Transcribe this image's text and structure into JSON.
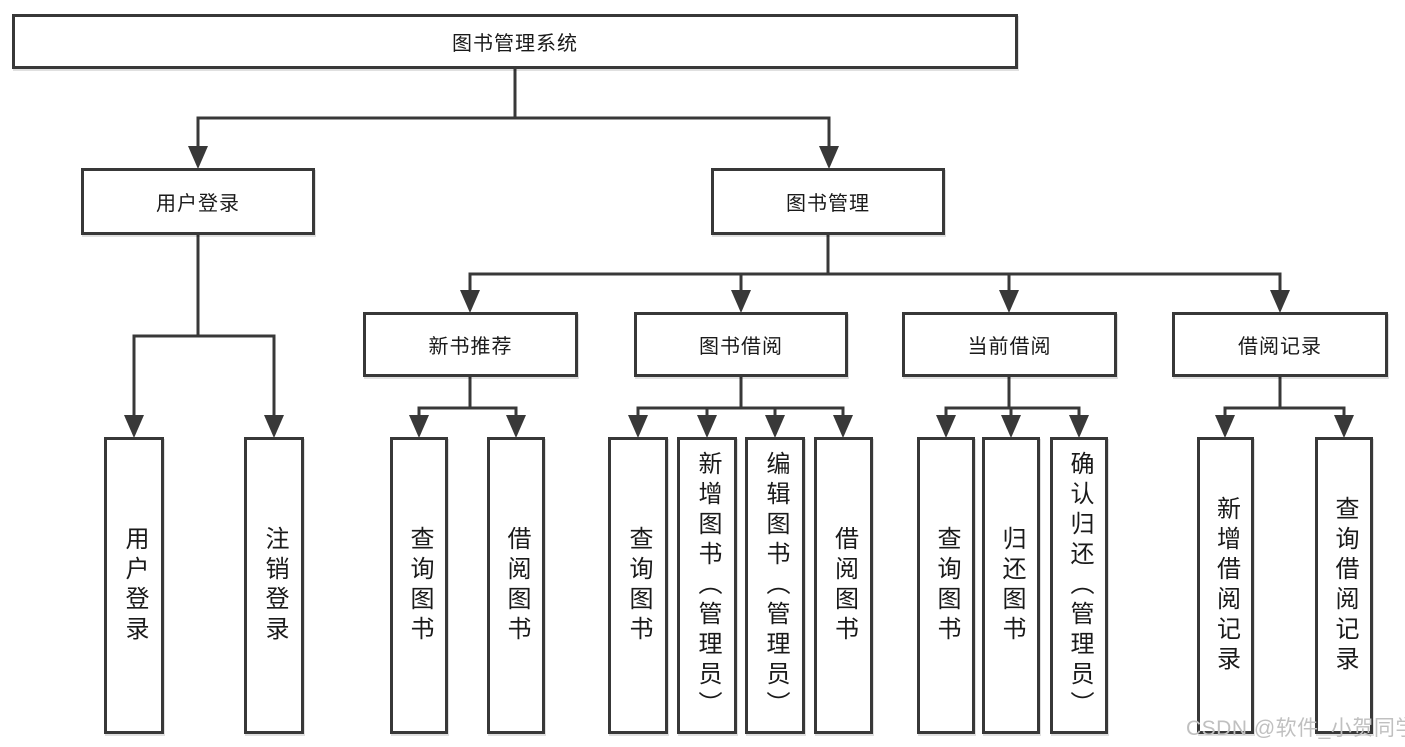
{
  "diagram": {
    "root": {
      "label": "图书管理系统"
    },
    "branches": [
      {
        "label": "用户登录",
        "leaves": [
          {
            "label": "用户登录"
          },
          {
            "label": "注销登录"
          }
        ]
      },
      {
        "label": "图书管理",
        "categories": [
          {
            "label": "新书推荐",
            "leaves": [
              {
                "label": "查询图书"
              },
              {
                "label": "借阅图书"
              }
            ]
          },
          {
            "label": "图书借阅",
            "leaves": [
              {
                "label": "查询图书"
              },
              {
                "label": "新增图书（管理员）"
              },
              {
                "label": "编辑图书（管理员）"
              },
              {
                "label": "借阅图书"
              }
            ]
          },
          {
            "label": "当前借阅",
            "leaves": [
              {
                "label": "查询图书"
              },
              {
                "label": "归还图书"
              },
              {
                "label": "确认归还（管理员）"
              }
            ]
          },
          {
            "label": "借阅记录",
            "leaves": [
              {
                "label": "新增借阅记录"
              },
              {
                "label": "查询借阅记录"
              }
            ]
          }
        ]
      }
    ]
  },
  "watermark": {
    "text": "CSDN @软件_小贺同学"
  },
  "colors": {
    "line": "#383838",
    "text": "#1a1a1a",
    "watermark": "#c0c0c0",
    "background": "#ffffff"
  }
}
